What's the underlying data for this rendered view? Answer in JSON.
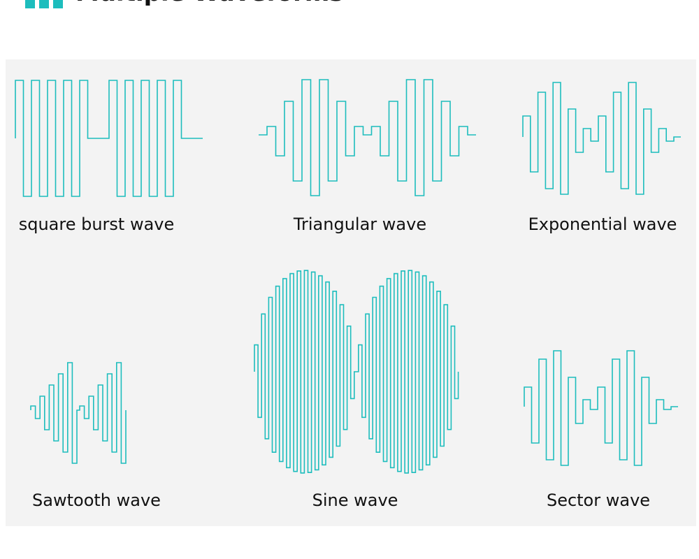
{
  "header": {
    "title": "Multiple Waveforms"
  },
  "colors": {
    "accent": "#1dbdbd",
    "panel_bg": "#f3f3f3",
    "text": "#111111"
  },
  "waveforms": [
    {
      "id": "square-burst",
      "label": "square burst wave",
      "icon": "square-burst-wave-icon"
    },
    {
      "id": "triangular",
      "label": "Triangular wave",
      "icon": "triangular-wave-icon"
    },
    {
      "id": "exponential",
      "label": "Exponential wave",
      "icon": "exponential-wave-icon"
    },
    {
      "id": "sawtooth",
      "label": "Sawtooth wave",
      "icon": "sawtooth-wave-icon"
    },
    {
      "id": "sine",
      "label": "Sine wave",
      "icon": "sine-wave-icon"
    },
    {
      "id": "sector",
      "label": "Sector wave",
      "icon": "sector-wave-icon"
    }
  ]
}
